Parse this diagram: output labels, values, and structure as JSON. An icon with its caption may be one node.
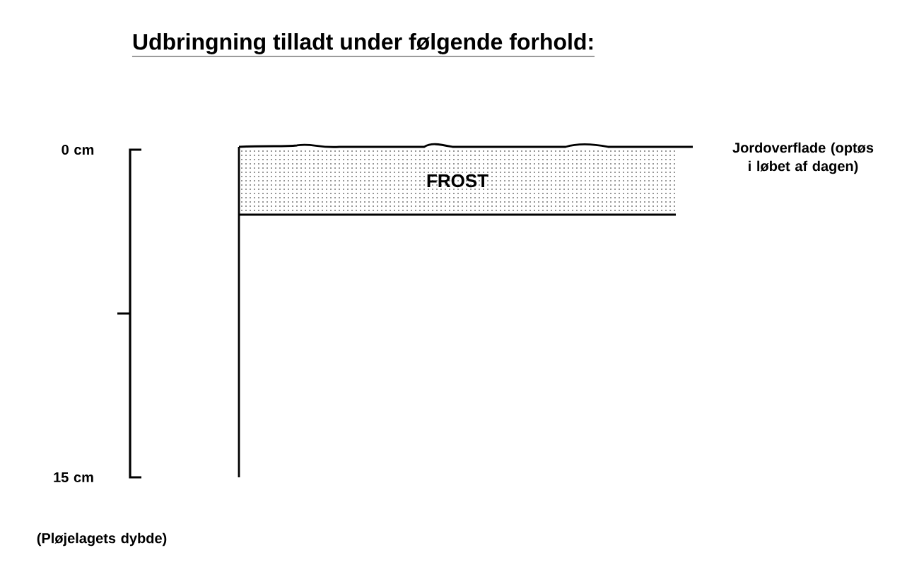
{
  "diagram": {
    "title": "Udbringning tilladt under følgende forhold:",
    "nodes": [
      {
        "text": [
          "FROST"
        ]
      }
    ],
    "labels": [
      "0 cm",
      "15 cm",
      "(Pløjelagets dybde)",
      "Jordoverflade (optøs i løbet af dagen)"
    ]
  }
}
